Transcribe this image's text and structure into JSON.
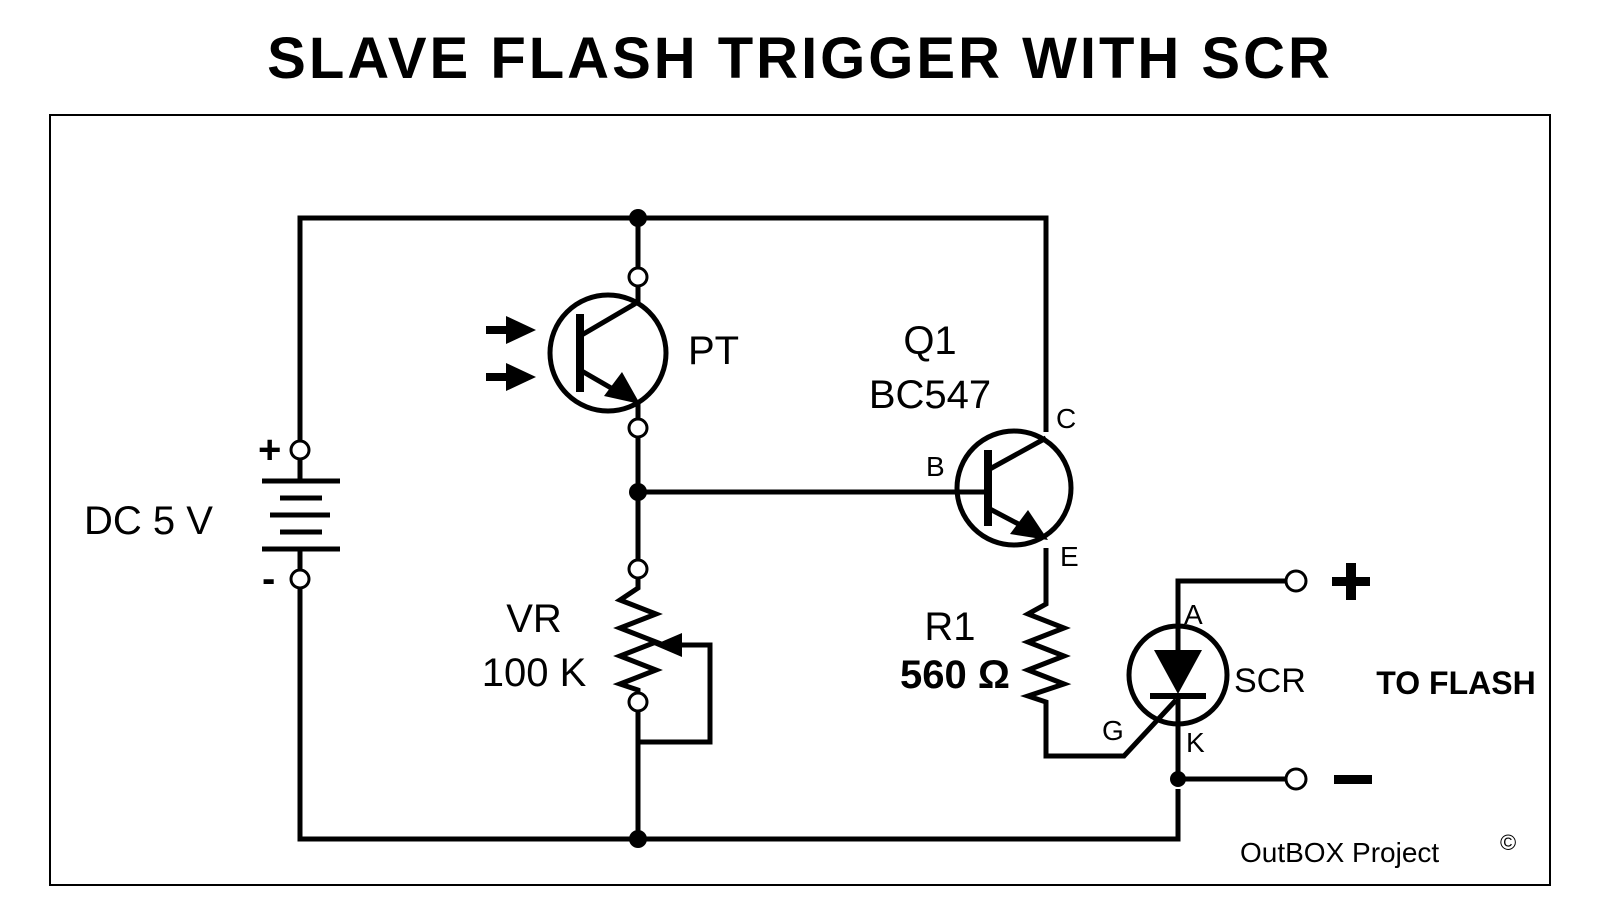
{
  "title": "SLAVE FLASH TRIGGER WITH SCR",
  "battery": {
    "label": "DC 5 V",
    "plus": "+",
    "minus": "-"
  },
  "phototransistor": {
    "label": "PT"
  },
  "q1": {
    "name": "Q1",
    "part": "BC547",
    "pin_b": "B",
    "pin_c": "C",
    "pin_e": "E"
  },
  "vr": {
    "name": "VR",
    "value": "100 K"
  },
  "r1": {
    "name": "R1",
    "value": "560 Ω"
  },
  "scr": {
    "label": "SCR",
    "pin_a": "A",
    "pin_k": "K",
    "pin_g": "G"
  },
  "output": {
    "label": "TO FLASH",
    "plus": "+",
    "minus": "−"
  },
  "credit": {
    "text": "OutBOX Project",
    "mark": "©"
  }
}
